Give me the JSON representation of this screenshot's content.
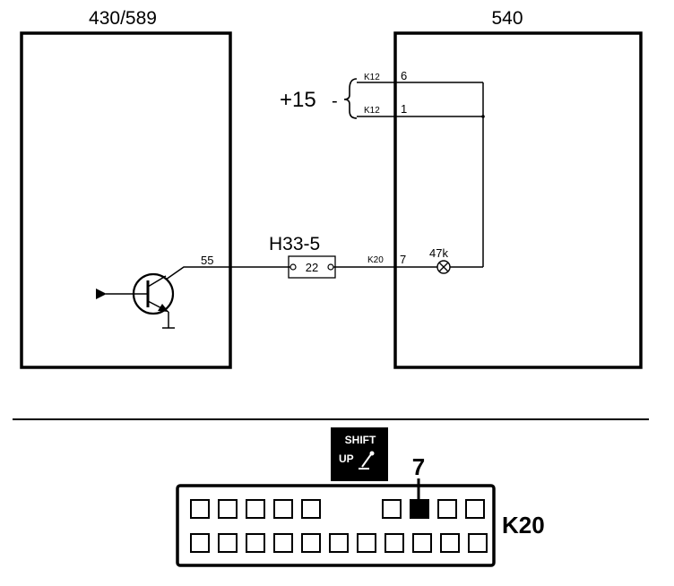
{
  "modules": {
    "left_id": "430/589",
    "right_id": "540"
  },
  "supply": {
    "label": "+15",
    "dash": "-",
    "pins": [
      {
        "connector": "K12",
        "pin": "6"
      },
      {
        "connector": "K12",
        "pin": "1"
      }
    ]
  },
  "connector_h33": {
    "label": "H33-5",
    "pin": "22"
  },
  "wire_label": "55",
  "k20_pin": {
    "connector": "K20",
    "pin": "7"
  },
  "resistor": "47k",
  "indicator": {
    "line1": "SHIFT",
    "line2": "UP",
    "icon": "gear-lever-icon"
  },
  "connector_face": {
    "callout_pin": "7",
    "label": "K20",
    "top_row_slots": 9,
    "bottom_row_slots": 11,
    "highlighted": {
      "row": "top",
      "index": 6
    }
  },
  "colors": {
    "ink": "#000000",
    "paper": "#ffffff"
  }
}
